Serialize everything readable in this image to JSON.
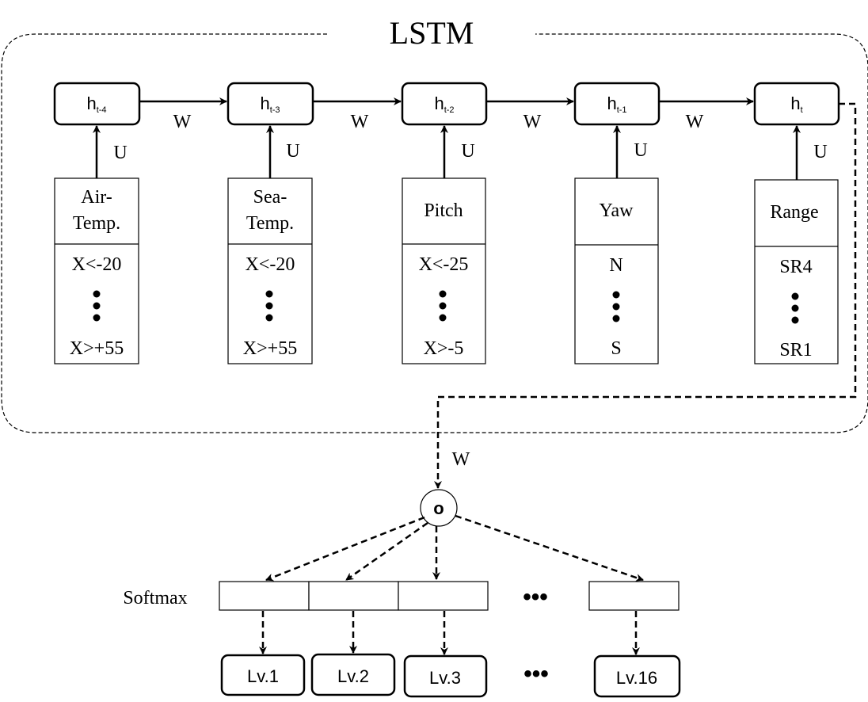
{
  "title": "LSTM",
  "hidden_states": [
    {
      "base": "h",
      "sub": "t-4"
    },
    {
      "base": "h",
      "sub": "t-3"
    },
    {
      "base": "h",
      "sub": "t-2"
    },
    {
      "base": "h",
      "sub": "t-1"
    },
    {
      "base": "h",
      "sub": "t"
    }
  ],
  "recurrent_weight_label": "W",
  "input_weight_label": "U",
  "output_weight_label": "W",
  "inputs": [
    {
      "name_line1": "Air-",
      "name_line2": "Temp.",
      "top_value": "X<-20",
      "bottom_value": "X>+55"
    },
    {
      "name_line1": "Sea-",
      "name_line2": "Temp.",
      "top_value": "X<-20",
      "bottom_value": "X>+55"
    },
    {
      "name_line1": "Pitch",
      "name_line2": "",
      "top_value": "X<-25",
      "bottom_value": "X>-5"
    },
    {
      "name_line1": "Yaw",
      "name_line2": "",
      "top_value": "N",
      "bottom_value": "S"
    },
    {
      "name_line1": "Range",
      "name_line2": "",
      "top_value": "SR4",
      "bottom_value": "SR1"
    }
  ],
  "combine_symbol": "o",
  "softmax_label": "Softmax",
  "ellipsis": "•••",
  "outputs": [
    "Lv.1",
    "Lv.2",
    "Lv.3",
    "Lv.16"
  ]
}
